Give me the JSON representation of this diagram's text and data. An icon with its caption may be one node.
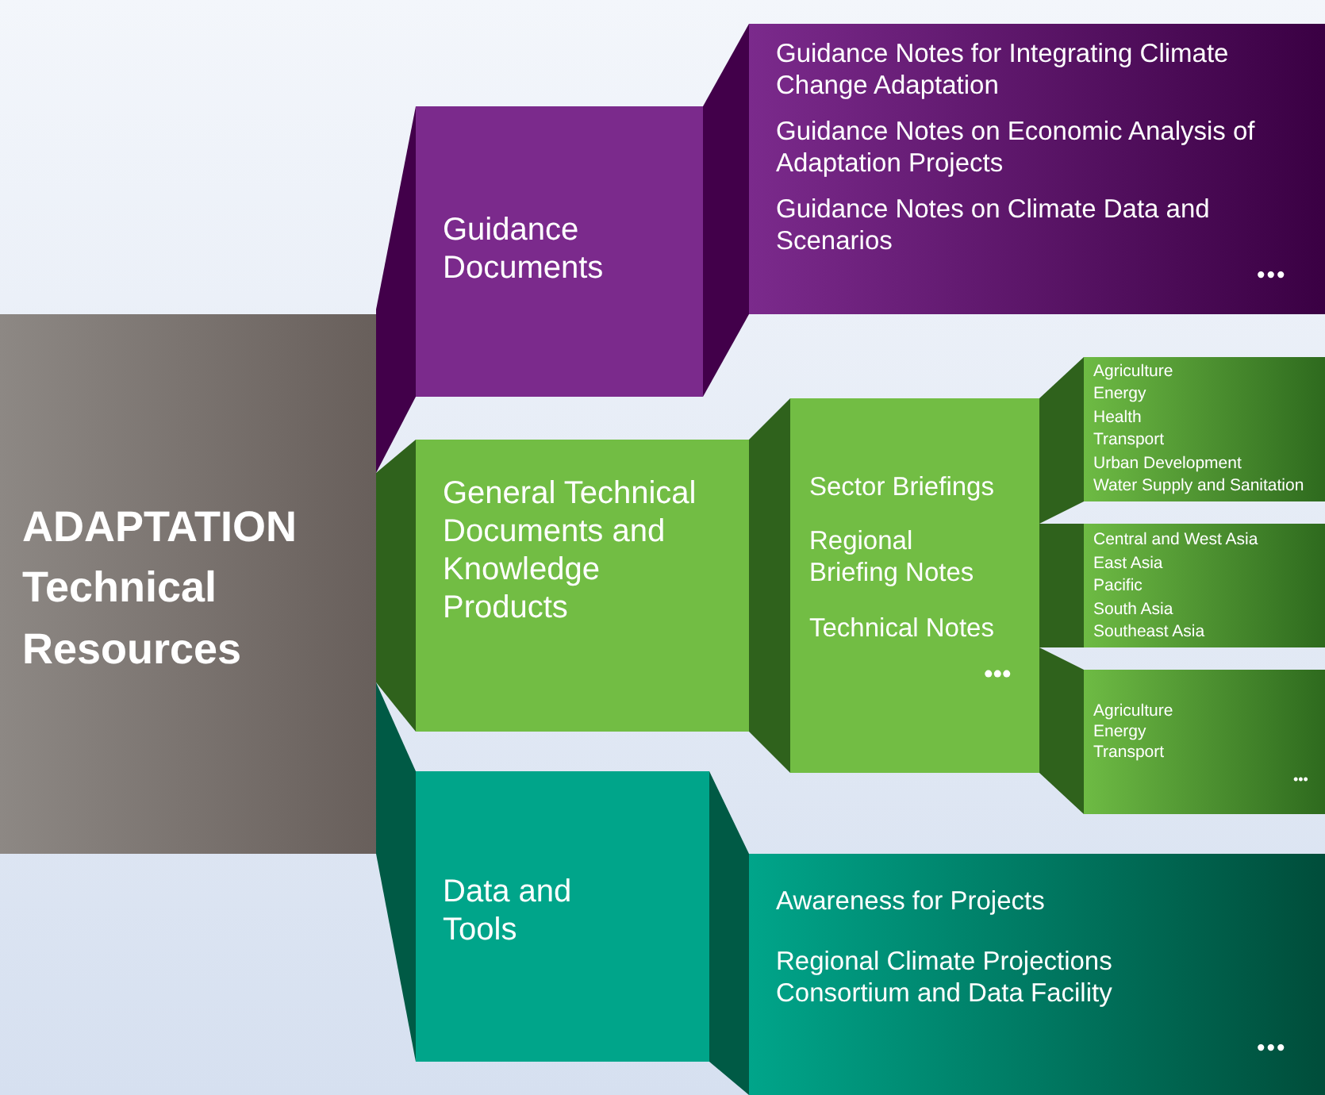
{
  "diagram": {
    "nodes": [
      {
        "text": [
          "ADAPTATION Technical Resources"
        ]
      },
      {
        "text": [
          "Guidance Documents"
        ]
      },
      {
        "text": [
          "General Technical Documents and Knowledge Products"
        ]
      },
      {
        "text": [
          "Data and Tools"
        ]
      },
      {
        "text": [
          "Guidance Notes for Integrating Climate Change Adaptation",
          "Guidance Notes on Economic Analysis of Adaptation Projects",
          "Guidance Notes on Climate Data and Scenarios",
          "•••"
        ]
      },
      {
        "text": [
          "Sector Briefings",
          "Regional Briefing Notes",
          "Technical Notes",
          "•••"
        ]
      },
      {
        "text": [
          "Agriculture",
          "Energy",
          "Health",
          "Transport",
          "Urban Development",
          "Water Supply and Sanitation"
        ]
      },
      {
        "text": [
          "Central and West Asia",
          "East Asia",
          "Pacific",
          "South Asia",
          "Southeast Asia"
        ]
      },
      {
        "text": [
          "Agriculture",
          "Energy",
          "Transport",
          "•••"
        ]
      },
      {
        "text": [
          "Awareness for Projects",
          "Regional Climate Projections Consortium and Data Facility",
          "•••"
        ]
      }
    ],
    "edges": [
      {
        "from": 0,
        "to": 1,
        "arrow": "none",
        "color": "#42004a"
      },
      {
        "from": 0,
        "to": 2,
        "arrow": "none"
      },
      {
        "from": 0,
        "to": 3,
        "arrow": "none",
        "color": "#005a45"
      },
      {
        "from": 1,
        "to": 4,
        "arrow": "none",
        "color": "#42004a"
      },
      {
        "from": 2,
        "to": 5,
        "arrow": "none"
      },
      {
        "from": 3,
        "to": 9,
        "arrow": "none",
        "color": "#005a45"
      },
      {
        "from": 5,
        "to": 6,
        "arrow": "none"
      },
      {
        "from": 5,
        "to": 7,
        "arrow": "none"
      },
      {
        "from": 5,
        "to": 8,
        "arrow": "none"
      }
    ]
  }
}
